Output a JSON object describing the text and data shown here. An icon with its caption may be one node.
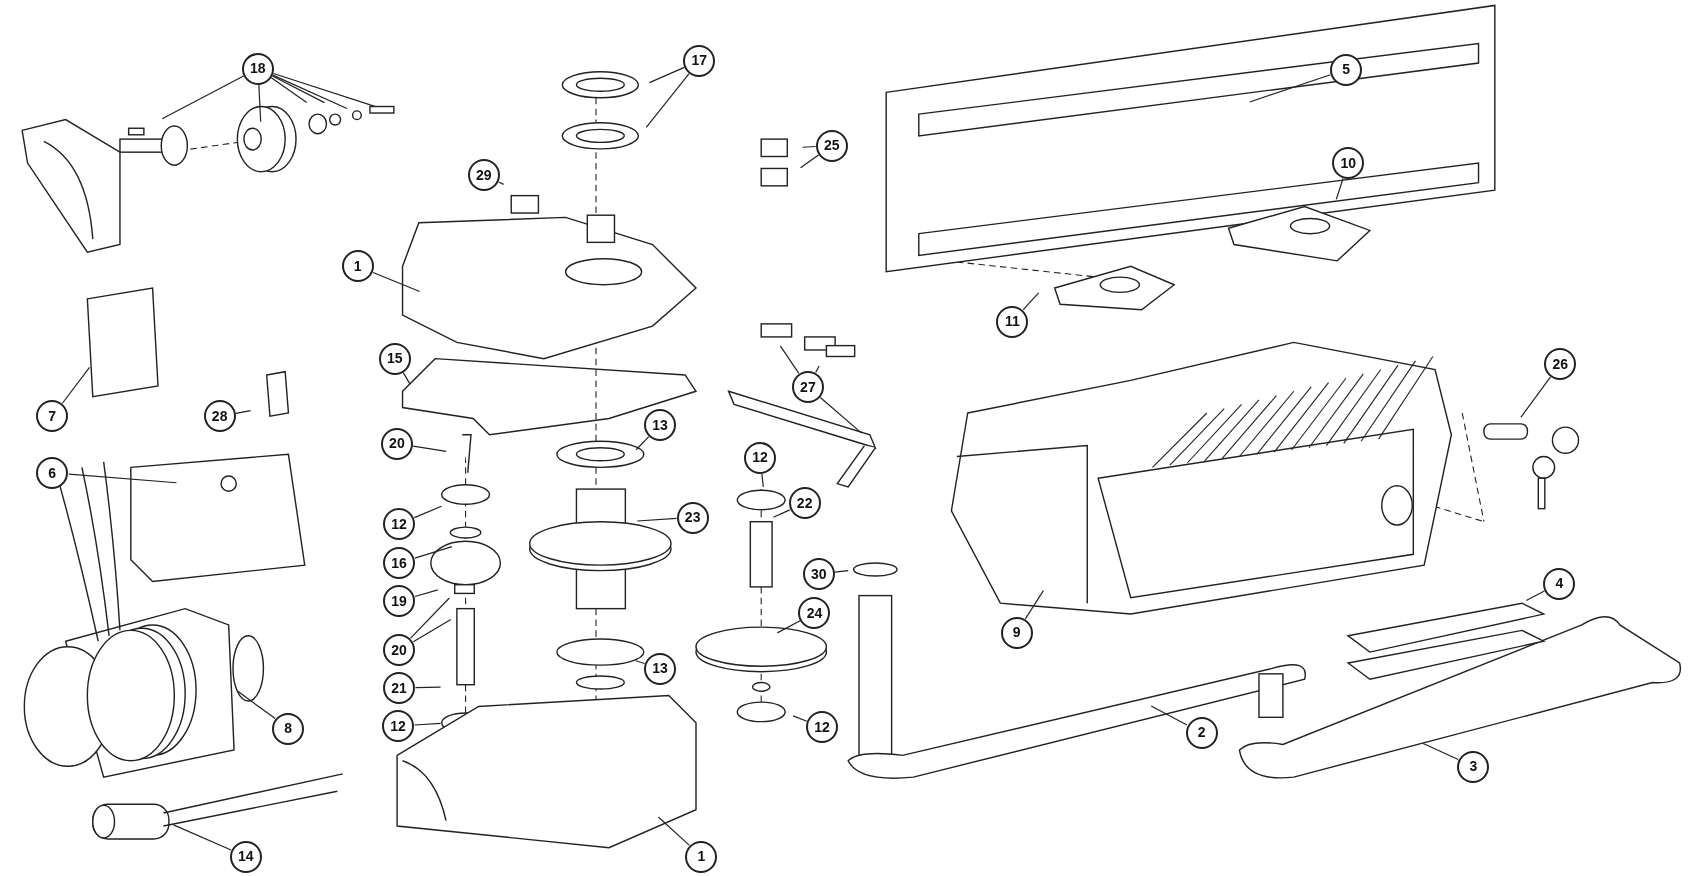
{
  "diagram": {
    "nodes": [
      {
        "text": [
          "18"
        ]
      },
      {
        "text": [
          "17"
        ]
      },
      {
        "text": [
          "5"
        ]
      },
      {
        "text": [
          "25"
        ]
      },
      {
        "text": [
          "10"
        ]
      },
      {
        "text": [
          "29"
        ]
      },
      {
        "text": [
          "1"
        ]
      },
      {
        "text": [
          "11"
        ]
      },
      {
        "text": [
          "15"
        ]
      },
      {
        "text": [
          "26"
        ]
      },
      {
        "text": [
          "27"
        ]
      },
      {
        "text": [
          "7"
        ]
      },
      {
        "text": [
          "28"
        ]
      },
      {
        "text": [
          "13"
        ]
      },
      {
        "text": [
          "20"
        ]
      },
      {
        "text": [
          "12"
        ]
      },
      {
        "text": [
          "6"
        ]
      },
      {
        "text": [
          "22"
        ]
      },
      {
        "text": [
          "23"
        ]
      },
      {
        "text": [
          "12"
        ]
      },
      {
        "text": [
          "16"
        ]
      },
      {
        "text": [
          "30"
        ]
      },
      {
        "text": [
          "4"
        ]
      },
      {
        "text": [
          "19"
        ]
      },
      {
        "text": [
          "24"
        ]
      },
      {
        "text": [
          "9"
        ]
      },
      {
        "text": [
          "20"
        ]
      },
      {
        "text": [
          "13"
        ]
      },
      {
        "text": [
          "21"
        ]
      },
      {
        "text": [
          "12"
        ]
      },
      {
        "text": [
          "8"
        ]
      },
      {
        "text": [
          "12"
        ]
      },
      {
        "text": [
          "2"
        ]
      },
      {
        "text": [
          "3"
        ]
      },
      {
        "text": [
          "14"
        ]
      },
      {
        "text": [
          "1"
        ]
      }
    ],
    "edges": [
      {
        "from": 0,
        "to": null,
        "arrow": "none"
      },
      {
        "from": 0,
        "to": null,
        "arrow": "none"
      },
      {
        "from": 0,
        "to": null,
        "arrow": "none"
      },
      {
        "from": 0,
        "to": null,
        "arrow": "none"
      },
      {
        "from": 0,
        "to": null,
        "arrow": "none"
      },
      {
        "from": 0,
        "to": null,
        "arrow": "none"
      },
      {
        "from": 1,
        "to": null,
        "arrow": "none"
      },
      {
        "from": 1,
        "to": null,
        "arrow": "none"
      },
      {
        "from": 2,
        "to": null,
        "arrow": "none"
      },
      {
        "from": 3,
        "to": null,
        "arrow": "none"
      },
      {
        "from": 3,
        "to": null,
        "arrow": "none"
      },
      {
        "from": 4,
        "to": null,
        "arrow": "none"
      },
      {
        "from": 5,
        "to": null,
        "arrow": "none"
      },
      {
        "from": 6,
        "to": null,
        "arrow": "none"
      },
      {
        "from": 7,
        "to": null,
        "arrow": "none"
      },
      {
        "from": 8,
        "to": null,
        "arrow": "none"
      },
      {
        "from": 9,
        "to": null,
        "arrow": "none"
      },
      {
        "from": 10,
        "to": null,
        "arrow": "none"
      },
      {
        "from": 10,
        "to": null,
        "arrow": "none"
      },
      {
        "from": 10,
        "to": null,
        "arrow": "none"
      },
      {
        "from": 11,
        "to": null,
        "arrow": "none"
      },
      {
        "from": 12,
        "to": null,
        "arrow": "none"
      },
      {
        "from": 13,
        "to": null,
        "arrow": "none"
      },
      {
        "from": 14,
        "to": null,
        "arrow": "none"
      },
      {
        "from": 15,
        "to": null,
        "arrow": "none"
      },
      {
        "from": 16,
        "to": null,
        "arrow": "none"
      },
      {
        "from": 17,
        "to": null,
        "arrow": "none"
      },
      {
        "from": 18,
        "to": null,
        "arrow": "none"
      },
      {
        "from": 19,
        "to": null,
        "arrow": "none"
      },
      {
        "from": 20,
        "to": null,
        "arrow": "none"
      },
      {
        "from": 21,
        "to": null,
        "arrow": "none"
      },
      {
        "from": 22,
        "to": null,
        "arrow": "none"
      },
      {
        "from": 23,
        "to": null,
        "arrow": "none"
      },
      {
        "from": 24,
        "to": null,
        "arrow": "none"
      },
      {
        "from": 25,
        "to": null,
        "arrow": "none"
      },
      {
        "from": 26,
        "to": null,
        "arrow": "none"
      },
      {
        "from": 26,
        "to": null,
        "arrow": "none"
      },
      {
        "from": 27,
        "to": null,
        "arrow": "none"
      },
      {
        "from": 28,
        "to": null,
        "arrow": "none"
      },
      {
        "from": 29,
        "to": null,
        "arrow": "none"
      },
      {
        "from": 30,
        "to": null,
        "arrow": "none"
      },
      {
        "from": 31,
        "to": null,
        "arrow": "none"
      },
      {
        "from": 32,
        "to": null,
        "arrow": "none"
      },
      {
        "from": 33,
        "to": null,
        "arrow": "none"
      },
      {
        "from": 34,
        "to": null,
        "arrow": "none"
      },
      {
        "from": 35,
        "to": null,
        "arrow": "none"
      }
    ]
  }
}
